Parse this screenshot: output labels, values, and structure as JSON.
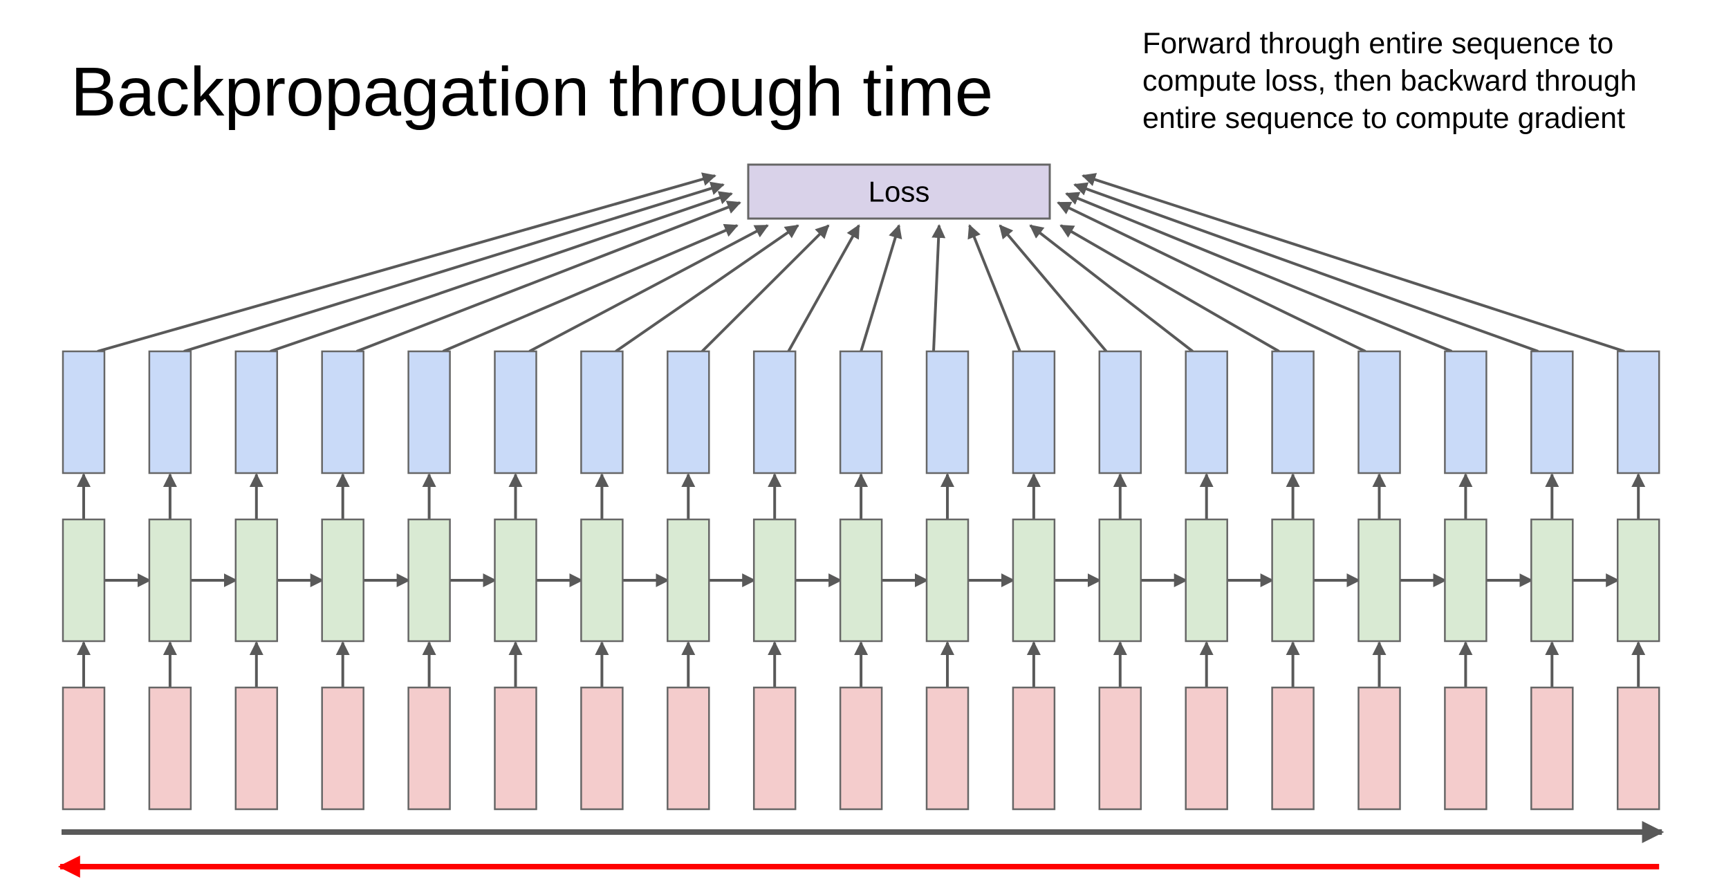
{
  "title": "Backpropagation through time",
  "note_lines": [
    "Forward through entire sequence to",
    "compute loss, then backward through",
    "entire sequence to compute gradient"
  ],
  "loss_label": "Loss",
  "timesteps": 19,
  "colors": {
    "output": "#c9daf8",
    "hidden": "#d9ead3",
    "input": "#f4cccc",
    "loss": "#d9d2e9",
    "stroke": "#666666",
    "arrow": "#595959",
    "forward_arrow": "#595959",
    "backward_arrow": "#ff0000"
  }
}
